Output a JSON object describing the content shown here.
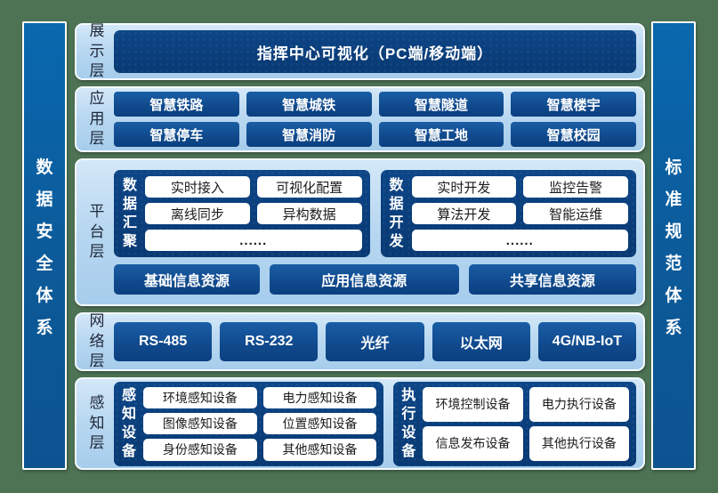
{
  "colors": {
    "page_background_green": "#4d7254",
    "pillar_blue": "#0c5a99",
    "panel_light_blue": "#b9d8f1",
    "navy_box": "#0a3e7b",
    "item_blue": "#10498c",
    "white_box": "#ffffff",
    "layer_label_text": "#20283a"
  },
  "left_pillar": {
    "label": "数据安全体系"
  },
  "right_pillar": {
    "label": "标准规范体系"
  },
  "layers": {
    "display": {
      "label": "展示层",
      "box": "指挥中心可视化（PC端/移动端）"
    },
    "application": {
      "label": "应用层",
      "items": [
        "智慧铁路",
        "智慧城铁",
        "智慧隧道",
        "智慧楼宇",
        "智慧停车",
        "智慧消防",
        "智慧工地",
        "智慧校园"
      ]
    },
    "platform": {
      "label": "平台层",
      "groups": [
        {
          "label": "数据汇聚",
          "items": [
            "实时接入",
            "可视化配置",
            "离线同步",
            "异构数据"
          ],
          "more": "......"
        },
        {
          "label": "数据开发",
          "items": [
            "实时开发",
            "监控告警",
            "算法开发",
            "智能运维"
          ],
          "more": "......"
        }
      ],
      "resources": [
        "基础信息资源",
        "应用信息资源",
        "共享信息资源"
      ]
    },
    "network": {
      "label": "网络层",
      "items": [
        "RS-485",
        "RS-232",
        "光纤",
        "以太网",
        "4G/NB-IoT"
      ]
    },
    "perception": {
      "label": "感知层",
      "groups": [
        {
          "label": "感知设备",
          "items": [
            "环境感知设备",
            "电力感知设备",
            "图像感知设备",
            "位置感知设备",
            "身份感知设备",
            "其他感知设备"
          ]
        },
        {
          "label": "执行设备",
          "items": [
            "环境控制设备",
            "电力执行设备",
            "信息发布设备",
            "其他执行设备"
          ]
        }
      ]
    }
  }
}
